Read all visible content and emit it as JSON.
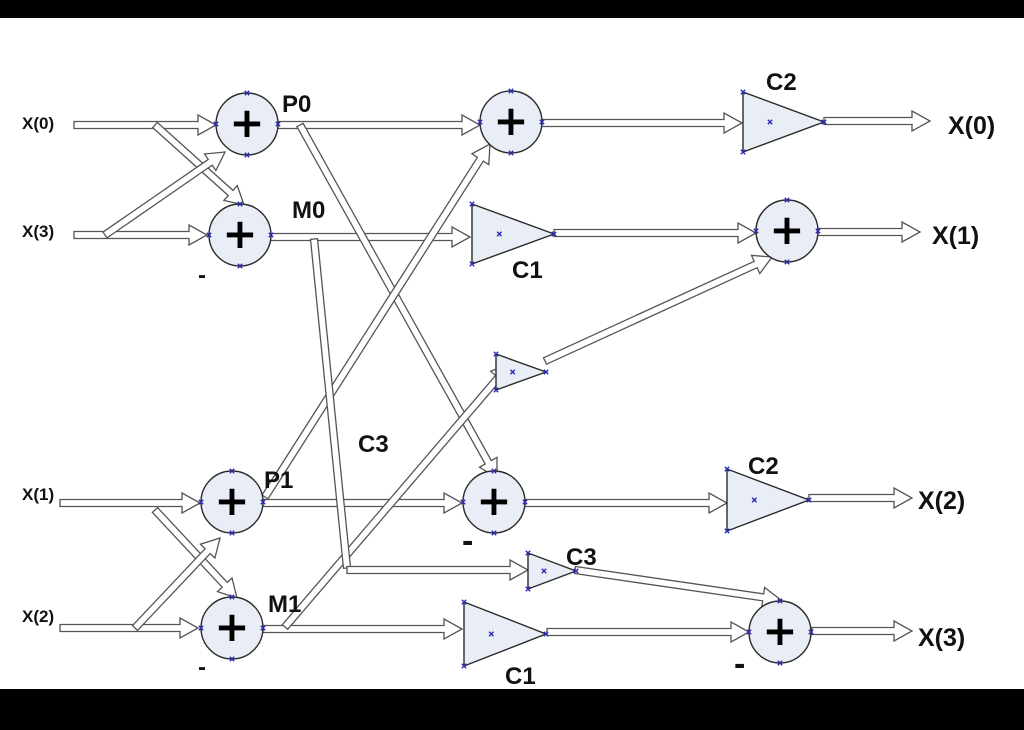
{
  "inputs": [
    "X(0)",
    "X(3)",
    "X(1)",
    "X(2)"
  ],
  "outputs": [
    "X(0)",
    "X(1)",
    "X(2)",
    "X(3)"
  ],
  "node_labels": {
    "p0": "P0",
    "m0": "M0",
    "p1": "P1",
    "m1": "M1",
    "c3_mid": "C3",
    "c2_top": "C2",
    "c1_top": "C1",
    "c2_bottom": "C2",
    "c3_bottom": "C3",
    "c1_bottom": "C1"
  },
  "adder_symbol": "+",
  "minus_symbol": "-",
  "colors": {
    "node_fill": "#e9edf6",
    "node_stroke": "#2b2b2b",
    "arrow_fill": "#ffffff",
    "arrow_stroke": "#555555",
    "dot": "#2a2ab5"
  }
}
